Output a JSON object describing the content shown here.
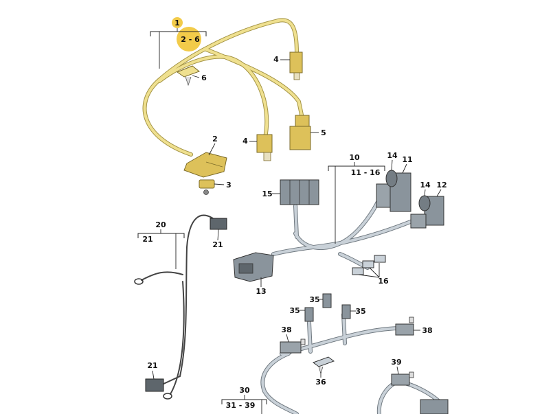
{
  "colors": {
    "highlight_circle": "#f2cb4a",
    "harness_yellow": "#efe08f",
    "harness_yellow_edge": "#a49445",
    "connector_yellow": "#ddc15a",
    "cable_grey": "#c9d1d8",
    "cable_grey_edge": "#707980",
    "connector_grey": "#8a949c",
    "label_text": "#111111",
    "background": "#ffffff"
  },
  "labels": {
    "l1": "1",
    "l1_range": "2 - 6",
    "l2": "2",
    "l3": "3",
    "l4a": "4",
    "l4b": "4",
    "l5": "5",
    "l6": "6",
    "l10": "10",
    "l10_range": "11 - 16",
    "l11": "11",
    "l12": "12",
    "l13": "13",
    "l14a": "14",
    "l14b": "14",
    "l15": "15",
    "l16": "16",
    "l20": "20",
    "l20_range": "21",
    "l21a": "21",
    "l21b": "21",
    "l30": "30",
    "l30_range": "31 - 39",
    "l35a": "35",
    "l35b": "35",
    "l35c": "35",
    "l36": "36",
    "l38a": "38",
    "l38b": "38",
    "l39": "39"
  }
}
